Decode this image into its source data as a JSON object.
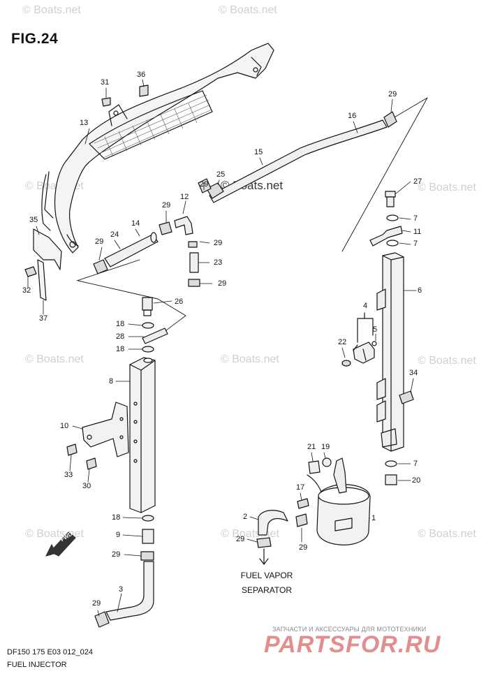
{
  "figure": {
    "title": "FIG.24",
    "code": "DF150 175 E03 012_024",
    "caption": "FUEL INJECTOR"
  },
  "watermark": {
    "text": "© Boats.net",
    "main_text": "© Boats.net"
  },
  "note": {
    "line1": "FUEL VAPOR",
    "line2": "SEPARATOR"
  },
  "direction_badge": "FWD",
  "promo": {
    "small": "ЗАПЧАСТИ И АКСЕССУАРЫ ДЛЯ МОТОТЕХНИКИ",
    "big": "PARTSFOR.RU"
  },
  "callouts": {
    "c36": "36",
    "c31": "31",
    "c13": "13",
    "c29a": "29",
    "c16": "16",
    "c15": "15",
    "c25": "25",
    "c29b": "29",
    "c12": "12",
    "c29c": "29",
    "c14": "14",
    "c24": "24",
    "c29d": "29",
    "c29e": "29",
    "c23": "23",
    "c29f": "29",
    "c35": "35",
    "c32": "32",
    "c37": "37",
    "c26": "26",
    "c18a": "18",
    "c28": "28",
    "c18b": "18",
    "c27": "27",
    "c7a": "7",
    "c11": "11",
    "c7b": "7",
    "c6": "6",
    "c4": "4",
    "c5": "5",
    "c22": "22",
    "c8": "8",
    "c34": "34",
    "c10": "10",
    "c33": "33",
    "c30": "30",
    "c21": "21",
    "c19": "19",
    "c7c": "7",
    "c20": "20",
    "c17": "17",
    "c2": "2",
    "c1": "1",
    "c18c": "18",
    "c9": "9",
    "c29g": "29",
    "c29h": "29",
    "c29i": "29",
    "c3": "3",
    "c29j": "29"
  }
}
